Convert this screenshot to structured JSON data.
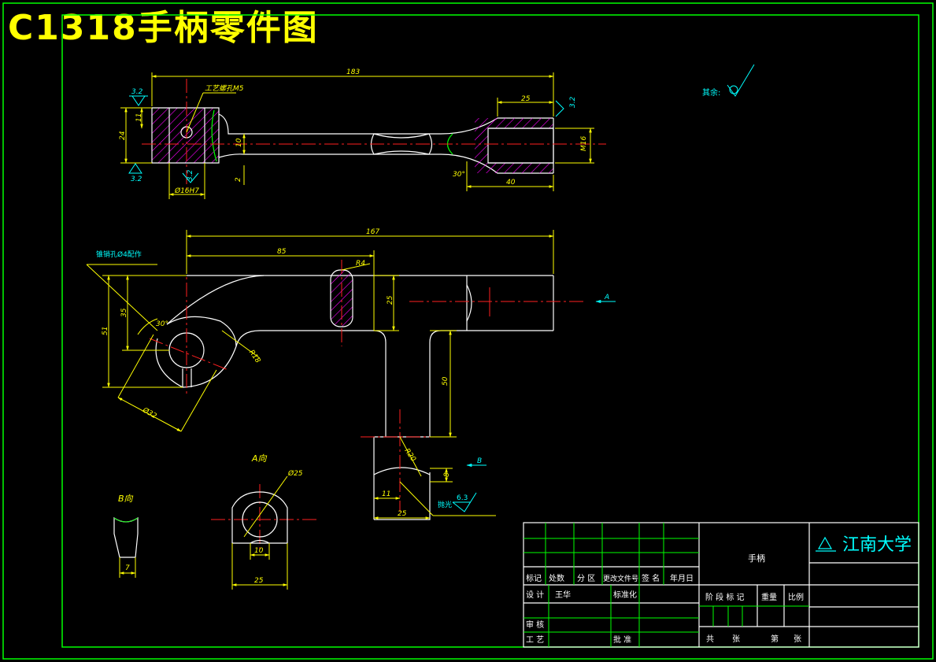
{
  "title": "C1318手柄零件图",
  "colors": {
    "background": "#000000",
    "frame": "#00ff00",
    "outline": "#ffffff",
    "dimension": "#ffff00",
    "centerline": "#ff2020",
    "hatch": "#ff00ff",
    "annotation": "#00ffff",
    "cut": "#00ff00"
  },
  "top_view": {
    "dim_overall": "183",
    "dim_right_length": "25",
    "dim_right_bottom": "40",
    "dim_height": "24",
    "dim_upper": "11",
    "dim_shaft": "10",
    "dim_offset": "2",
    "thread": "M16",
    "bore": "Ø16H7",
    "angle": "30°",
    "note_hole": "工艺螺孔M5",
    "roughness_a": "3.2",
    "roughness_b": "3.2",
    "roughness_c": "3.2",
    "roughness_d": "3.2"
  },
  "main_view": {
    "dim_overall": "167",
    "dim_85": "85",
    "dim_r4": "R4",
    "dim_51": "51",
    "dim_35": "35",
    "dim_25": "25",
    "dim_50": "50",
    "dim_r18": "R18",
    "dim_d32": "Ø32",
    "dim_30deg": "30°",
    "dim_r20": "R20",
    "dim_8": "8",
    "dim_11": "11",
    "dim_25b": "25",
    "note_pin": "锥销孔Ø4配作",
    "note_polish": "抛光",
    "roughness_polish": "6.3",
    "arrow_a": "A",
    "arrow_b": "B"
  },
  "view_a": {
    "label": "A向",
    "dim_d25": "Ø25",
    "dim_10": "10",
    "dim_25": "25"
  },
  "view_b": {
    "label": "B向",
    "dim_7": "7"
  },
  "surface_note": "其余:",
  "title_block": {
    "part_name": "手柄",
    "school": "江南大学",
    "header_cols": [
      "标记",
      "处数",
      "分 区",
      "更改文件号",
      "签 名",
      "年月日"
    ],
    "design_label": "设 计",
    "designer": "王华",
    "standard_label": "标准化",
    "review_label": "审 核",
    "process_label": "工 艺",
    "approve_label": "批 准",
    "stage_label": "阶 段 标 记",
    "weight_label": "重量",
    "scale_label": "比例",
    "total_label": "共",
    "sheet_unit": "张",
    "sheet_label": "第",
    "sheet_unit2": "张"
  }
}
